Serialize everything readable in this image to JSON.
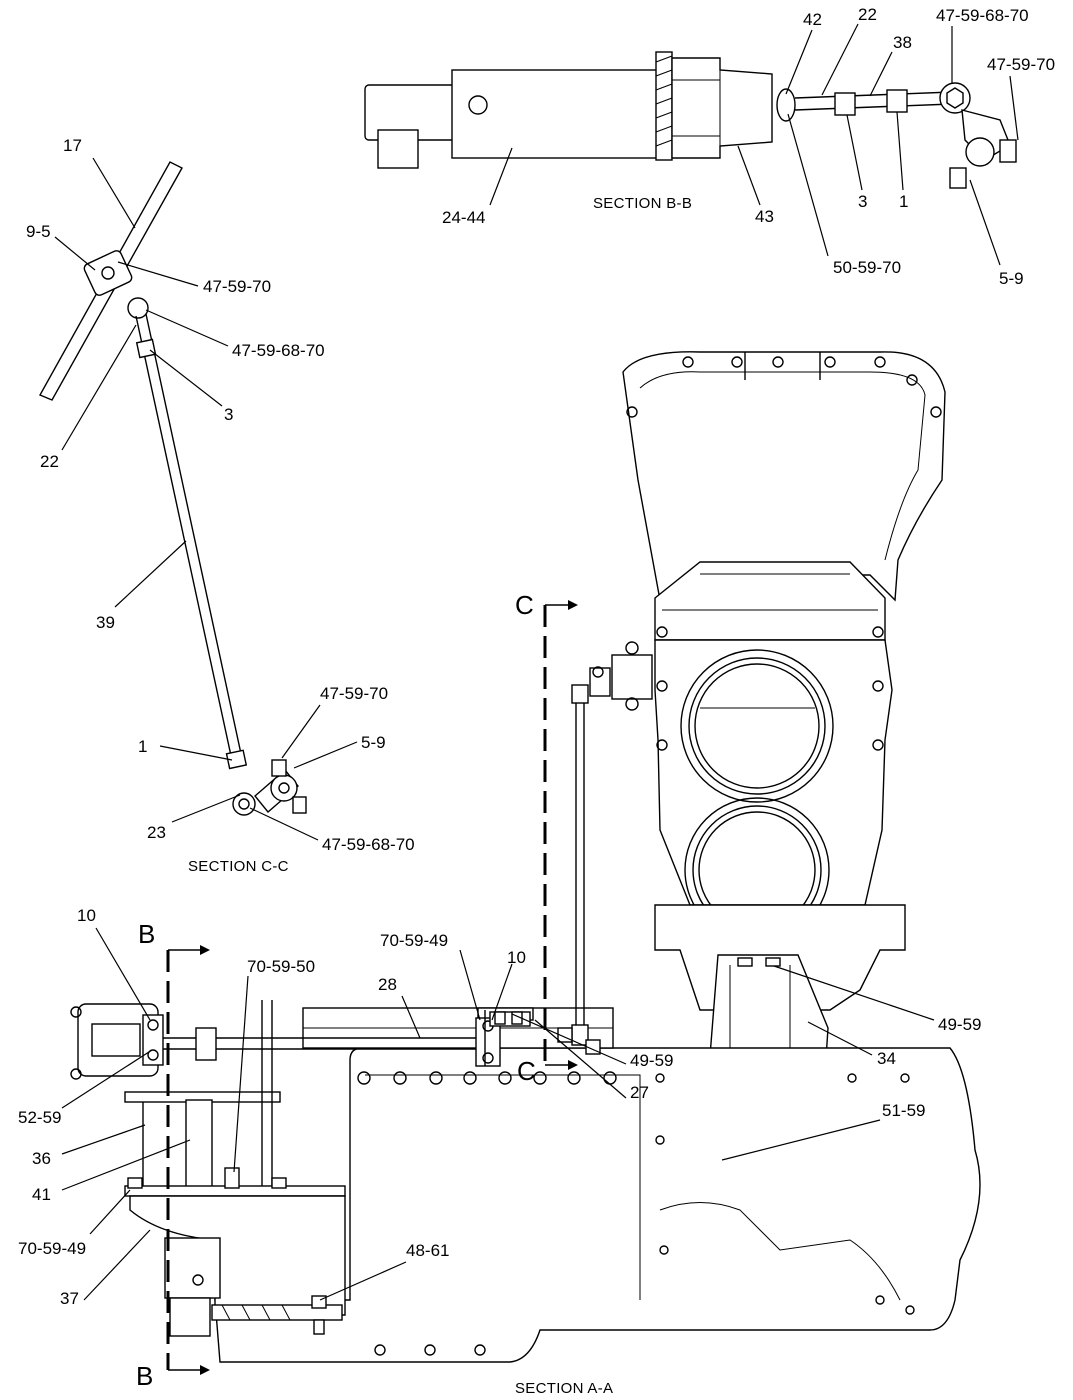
{
  "section_titles": {
    "b": "SECTION B-B",
    "c": "SECTION C-C",
    "a": "SECTION A-A"
  },
  "cut_markers": {
    "b_top": "B",
    "b_bottom": "B",
    "c_top": "C",
    "c_bottom": "C"
  },
  "callouts": {
    "bb": [
      "42",
      "22",
      "38",
      "47-59-68-70",
      "47-59-70",
      "24-44",
      "43",
      "3",
      "1",
      "50-59-70",
      "5-9"
    ],
    "cc": [
      "17",
      "9-5",
      "47-59-70",
      "47-59-68-70",
      "3",
      "22",
      "39",
      "47-59-70",
      "5-9",
      "1",
      "23",
      "47-59-68-70"
    ],
    "aa": [
      "10",
      "70-59-50",
      "70-59-49",
      "10",
      "28",
      "52-59",
      "36",
      "41",
      "70-59-49",
      "37",
      "48-61",
      "49-59",
      "27",
      "49-59",
      "34",
      "51-59"
    ]
  }
}
